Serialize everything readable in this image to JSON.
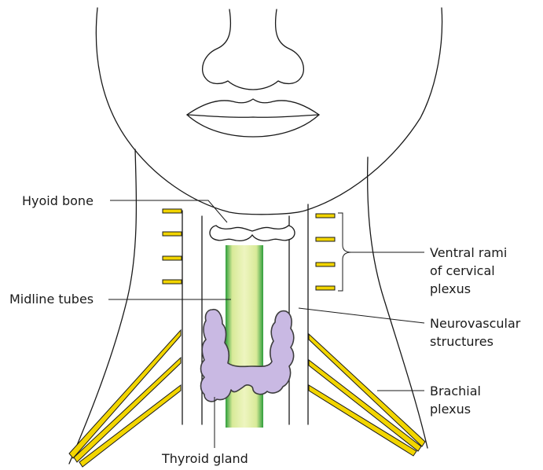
{
  "colors": {
    "nerve_fill": "#f2d500",
    "nerve_stroke": "#1a1a1a",
    "tube_fill": "#eaf2b0",
    "tube_edge": "#2e9e3c",
    "thyroid_fill": "#c9b9e3",
    "thyroid_stroke": "#3d3d3d",
    "outline": "#1a1a1a"
  },
  "labels": {
    "hyoid_bone": "Hyoid bone",
    "midline_tubes": "Midline tubes",
    "ventral_rami_line1": "Ventral rami",
    "ventral_rami_line2": "of cervical",
    "ventral_rami_line3": "plexus",
    "neurovascular_line1": "Neurovascular",
    "neurovascular_line2": "structures",
    "brachial_line1": "Brachial",
    "brachial_line2": "plexus",
    "thyroid_gland": "Thyroid gland"
  }
}
